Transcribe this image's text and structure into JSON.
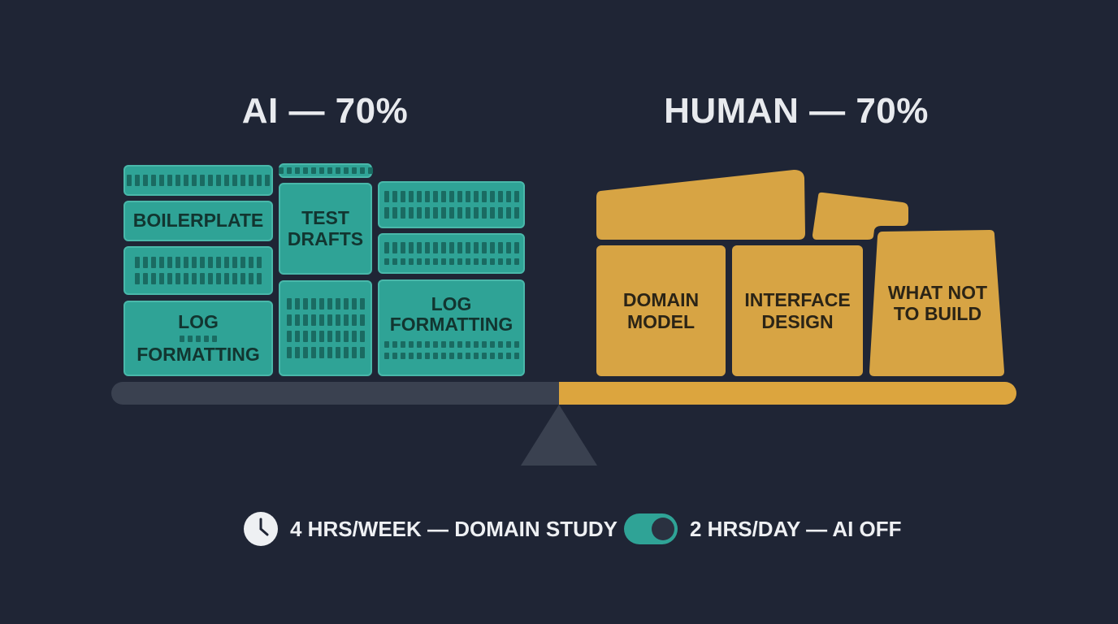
{
  "headings": {
    "ai": "AI — 70%",
    "human": "HUMAN — 70%"
  },
  "ai_blocks": {
    "boilerplate": "BOILERPLATE",
    "test_drafts_1": "TEST",
    "test_drafts_2": "DRAFTS",
    "log_formatting_a_1": "LOG",
    "log_formatting_a_2": "FORMATTING",
    "log_formatting_b_1": "LOG",
    "log_formatting_b_2": "FORMATTING"
  },
  "human_blocks": {
    "domain_model_1": "DOMAIN",
    "domain_model_2": "MODEL",
    "interface_design_1": "INTERFACE",
    "interface_design_2": "DESIGN",
    "what_not_to_build_1": "WHAT NOT",
    "what_not_to_build_2": "TO BUILD"
  },
  "legend": {
    "clock_text": "4 HRS/WEEK — DOMAIN STUDY",
    "toggle_text": "2 HRS/DAY — AI OFF",
    "toggle_state": "on"
  },
  "colors": {
    "background": "#1f2535",
    "ai": "#2fa396",
    "human": "#d7a444"
  }
}
